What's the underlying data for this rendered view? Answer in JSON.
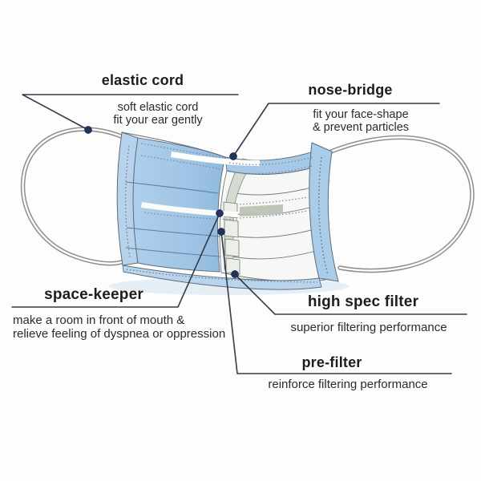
{
  "diagram": {
    "subject": "surgical face mask anatomy",
    "callouts": [
      {
        "id": "elastic-cord",
        "label": "elastic cord",
        "description_lines": [
          "soft elastic cord",
          "fit your ear gently"
        ]
      },
      {
        "id": "nose-bridge",
        "label": "nose-bridge",
        "description_lines": [
          "fit your face-shape",
          "& prevent particles"
        ]
      },
      {
        "id": "space-keeper",
        "label": "space-keeper",
        "description_lines": [
          "make a room in front of mouth &",
          "relieve feeling of dyspnea or oppression"
        ]
      },
      {
        "id": "high-spec-filter",
        "label": "high spec filter",
        "description_lines": [
          "superior filtering performance"
        ]
      },
      {
        "id": "pre-filter",
        "label": "pre-filter",
        "description_lines": [
          "reinforce filtering performance"
        ]
      }
    ],
    "colors": {
      "mask_blue": "#a6c9e8",
      "mask_blue_deep": "#92bbdf",
      "hem_blue": "#b9d5ee",
      "band_blue": "#a9cce9",
      "layer_white": "#f7f8f5",
      "layer_gray": "#d6dbd2",
      "cord_gray": "#909090",
      "marker_navy": "#20345c",
      "callout_line": "#343b47",
      "text": "#2b2b2b"
    }
  }
}
